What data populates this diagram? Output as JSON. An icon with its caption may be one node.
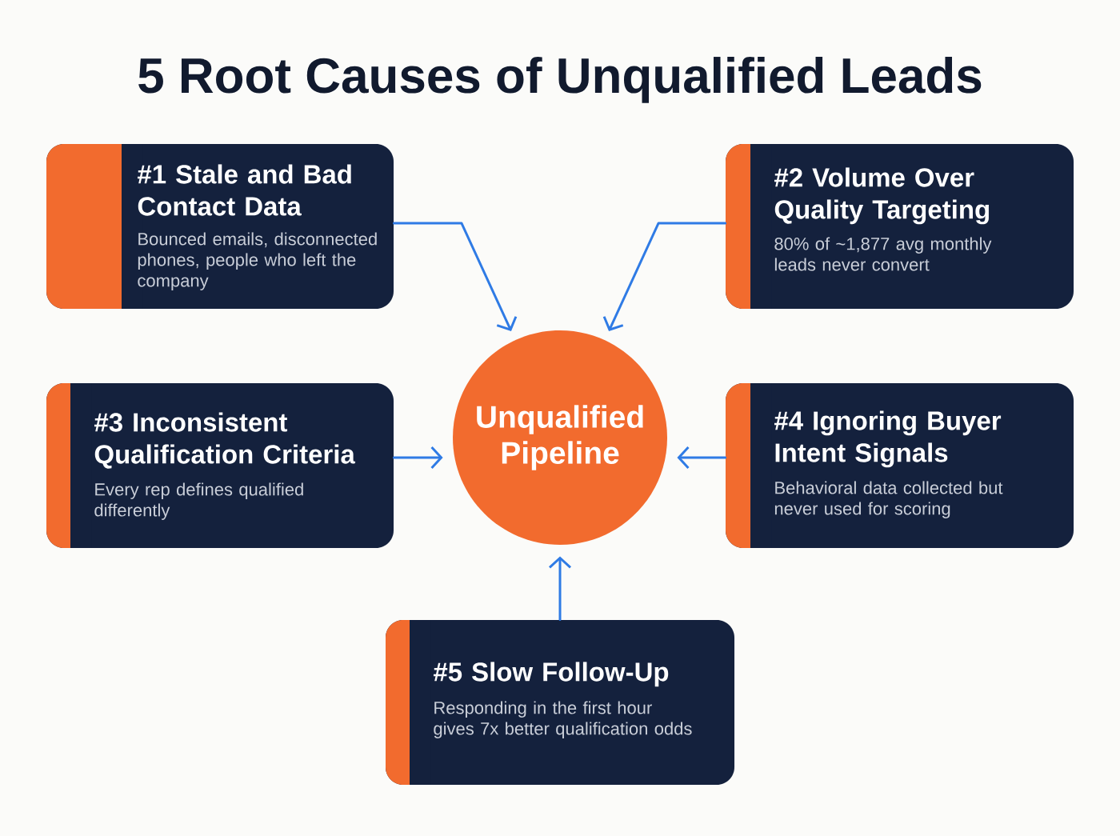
{
  "diagram": {
    "title": "5 Root Causes of Unqualified Leads",
    "nodes": [
      {
        "text": [
          "#1 Stale and Bad Contact Data",
          "Bounced emails, disconnected phones, people who left the company"
        ]
      },
      {
        "text": [
          "#2 Volume Over Quality Targeting",
          "80% of ~1,877 avg monthly leads never convert"
        ]
      },
      {
        "text": [
          "#3 Inconsistent Qualification Criteria",
          "Every rep defines qualified differently"
        ]
      },
      {
        "text": [
          "Unqualified Pipeline"
        ]
      },
      {
        "text": [
          "#4 Ignoring Buyer Intent Signals",
          "Behavioral data collected but never used for scoring"
        ]
      },
      {
        "text": [
          "#5 Slow Follow-Up",
          "Responding in the first hour gives 7x better qualification odds"
        ]
      }
    ],
    "edges": [
      {
        "from": 0,
        "to": 3,
        "arrow": "to"
      },
      {
        "from": 1,
        "to": 3,
        "arrow": "to"
      },
      {
        "from": 2,
        "to": 3,
        "arrow": "to"
      },
      {
        "from": 4,
        "to": 3,
        "arrow": "to"
      },
      {
        "from": 5,
        "to": 3,
        "arrow": "to"
      }
    ]
  }
}
